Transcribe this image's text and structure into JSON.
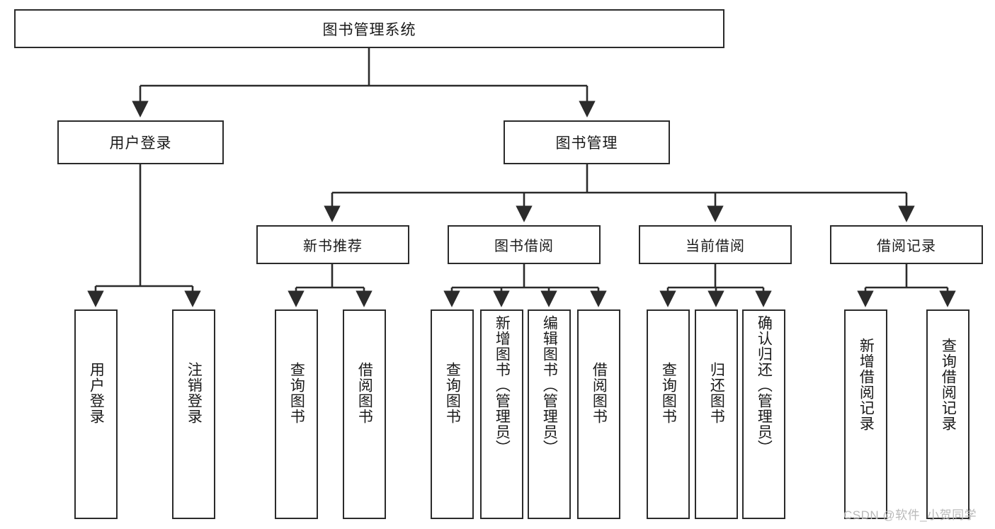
{
  "diagram": {
    "title": "图书管理系统",
    "type": "tree",
    "root": {
      "id": "root",
      "label": "图书管理系统"
    },
    "level2": [
      {
        "id": "user-login",
        "label": "用户登录"
      },
      {
        "id": "book-management",
        "label": "图书管理"
      }
    ],
    "level3": [
      {
        "id": "new-book-recommend",
        "label": "新书推荐"
      },
      {
        "id": "book-borrow",
        "label": "图书借阅"
      },
      {
        "id": "current-borrow",
        "label": "当前借阅"
      },
      {
        "id": "borrow-record",
        "label": "借阅记录"
      }
    ],
    "leaves": [
      {
        "id": "leaf-user-login",
        "label": "用户登录",
        "parent": "user-login"
      },
      {
        "id": "leaf-user-logout",
        "label": "注销登录",
        "parent": "user-login"
      },
      {
        "id": "leaf-query-book-1",
        "label": "查询图书",
        "parent": "new-book-recommend"
      },
      {
        "id": "leaf-borrow-book-1",
        "label": "借阅图书",
        "parent": "new-book-recommend"
      },
      {
        "id": "leaf-query-book-2",
        "label": "查询图书",
        "parent": "book-borrow"
      },
      {
        "id": "leaf-add-book",
        "label": "新增图书（管理员）",
        "parent": "book-borrow"
      },
      {
        "id": "leaf-edit-book",
        "label": "编辑图书（管理员）",
        "parent": "book-borrow"
      },
      {
        "id": "leaf-borrow-book-2",
        "label": "借阅图书",
        "parent": "book-borrow"
      },
      {
        "id": "leaf-query-book-3",
        "label": "查询图书",
        "parent": "current-borrow"
      },
      {
        "id": "leaf-return-book",
        "label": "归还图书",
        "parent": "current-borrow"
      },
      {
        "id": "leaf-confirm-return",
        "label": "确认归还（管理员）",
        "parent": "current-borrow"
      },
      {
        "id": "leaf-add-record",
        "label": "新增借阅记录",
        "parent": "borrow-record"
      },
      {
        "id": "leaf-query-record",
        "label": "查询借阅记录",
        "parent": "borrow-record"
      }
    ]
  },
  "watermark": {
    "text": "CSDN @软件_小贺同学"
  },
  "colors": {
    "stroke": "#2b2b2b",
    "box_fill": "#ffffff",
    "text": "#1a1a1a",
    "watermark": "#b9b9b9",
    "background": "#ffffff"
  }
}
